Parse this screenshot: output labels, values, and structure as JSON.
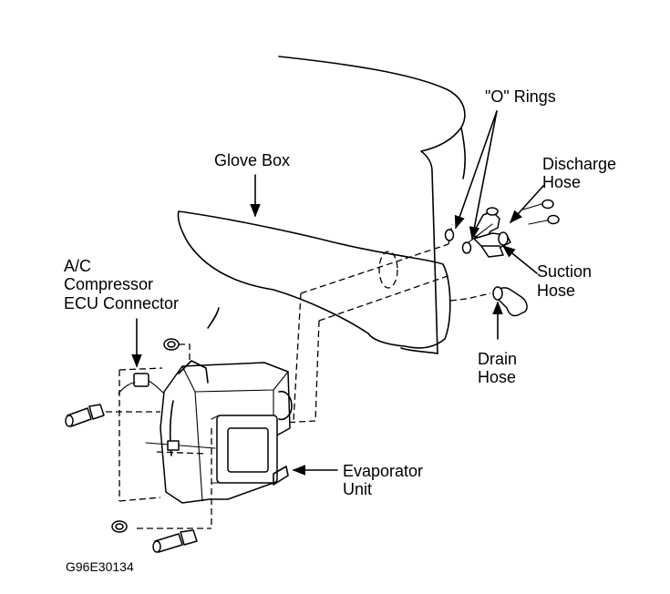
{
  "diagram": {
    "labels": {
      "o_rings": "\"O\" Rings",
      "discharge_1": "Discharge",
      "discharge_2": "Hose",
      "glove_box": "Glove Box",
      "suction_1": "Suction",
      "suction_2": "Hose",
      "ac_1": "A/C",
      "ac_2": "Compressor",
      "ac_3": "ECU Connector",
      "drain_1": "Drain",
      "drain_2": "Hose",
      "evap_1": "Evaporator",
      "evap_2": "Unit"
    },
    "figure_code": "G96E30134"
  }
}
